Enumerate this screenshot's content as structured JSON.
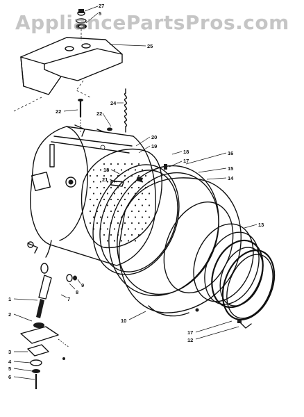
{
  "watermark": "AppliancePartsPros.com",
  "callouts": [
    {
      "id": "c27",
      "text": "27"
    },
    {
      "id": "c5a",
      "text": "5"
    },
    {
      "id": "c25",
      "text": "25"
    },
    {
      "id": "c22a",
      "text": "22"
    },
    {
      "id": "c24",
      "text": "24"
    },
    {
      "id": "c22b",
      "text": "22"
    },
    {
      "id": "c20",
      "text": "20"
    },
    {
      "id": "c19",
      "text": "19"
    },
    {
      "id": "c18a",
      "text": "18"
    },
    {
      "id": "c17a",
      "text": "17"
    },
    {
      "id": "c16",
      "text": "16"
    },
    {
      "id": "c18b",
      "text": "18"
    },
    {
      "id": "c21",
      "text": "21"
    },
    {
      "id": "c15",
      "text": "15"
    },
    {
      "id": "c14",
      "text": "14"
    },
    {
      "id": "c13",
      "text": "13"
    },
    {
      "id": "c1",
      "text": "1"
    },
    {
      "id": "c9",
      "text": "9"
    },
    {
      "id": "c8",
      "text": "8"
    },
    {
      "id": "c7",
      "text": "7"
    },
    {
      "id": "c2",
      "text": "2"
    },
    {
      "id": "c10",
      "text": "10"
    },
    {
      "id": "c17b",
      "text": "17"
    },
    {
      "id": "c12",
      "text": "12"
    },
    {
      "id": "c3",
      "text": "3"
    },
    {
      "id": "c4",
      "text": "4"
    },
    {
      "id": "c5b",
      "text": "5"
    },
    {
      "id": "c6",
      "text": "6"
    }
  ]
}
